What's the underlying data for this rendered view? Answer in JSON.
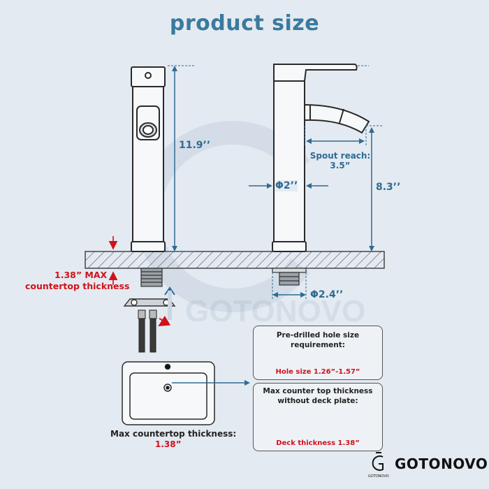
{
  "title": "product size",
  "dimensions": {
    "height_total": "11.9’’",
    "height_spout": "8.3’’",
    "spout_reach_label": "Spout reach:",
    "spout_reach_value": "3.5”",
    "body_diameter": "Φ2’’",
    "base_diameter": "Φ2.4’’"
  },
  "countertop": {
    "max_thickness_line1": "1.38” MAX",
    "max_thickness_line2": "countertop thickness"
  },
  "sink": {
    "caption": "Max countertop thickness:",
    "value": "1.38”"
  },
  "hole_box": {
    "title": "Pre-drilled hole size requirement:",
    "note": "Hole size 1.26”-1.57”"
  },
  "deck_box": {
    "title_line1": "Max counter top thickness",
    "title_line2": "without deck plate:",
    "note": "Deck thickness 1.38”"
  },
  "brand": {
    "name": "GOTONOVO",
    "logo_text": "GOTONOVO"
  },
  "colors": {
    "background": "#e4eaf1",
    "accent_blue": "#3a7a9e",
    "dimension_blue": "#2f6b94",
    "warning_red": "#d0121b"
  }
}
